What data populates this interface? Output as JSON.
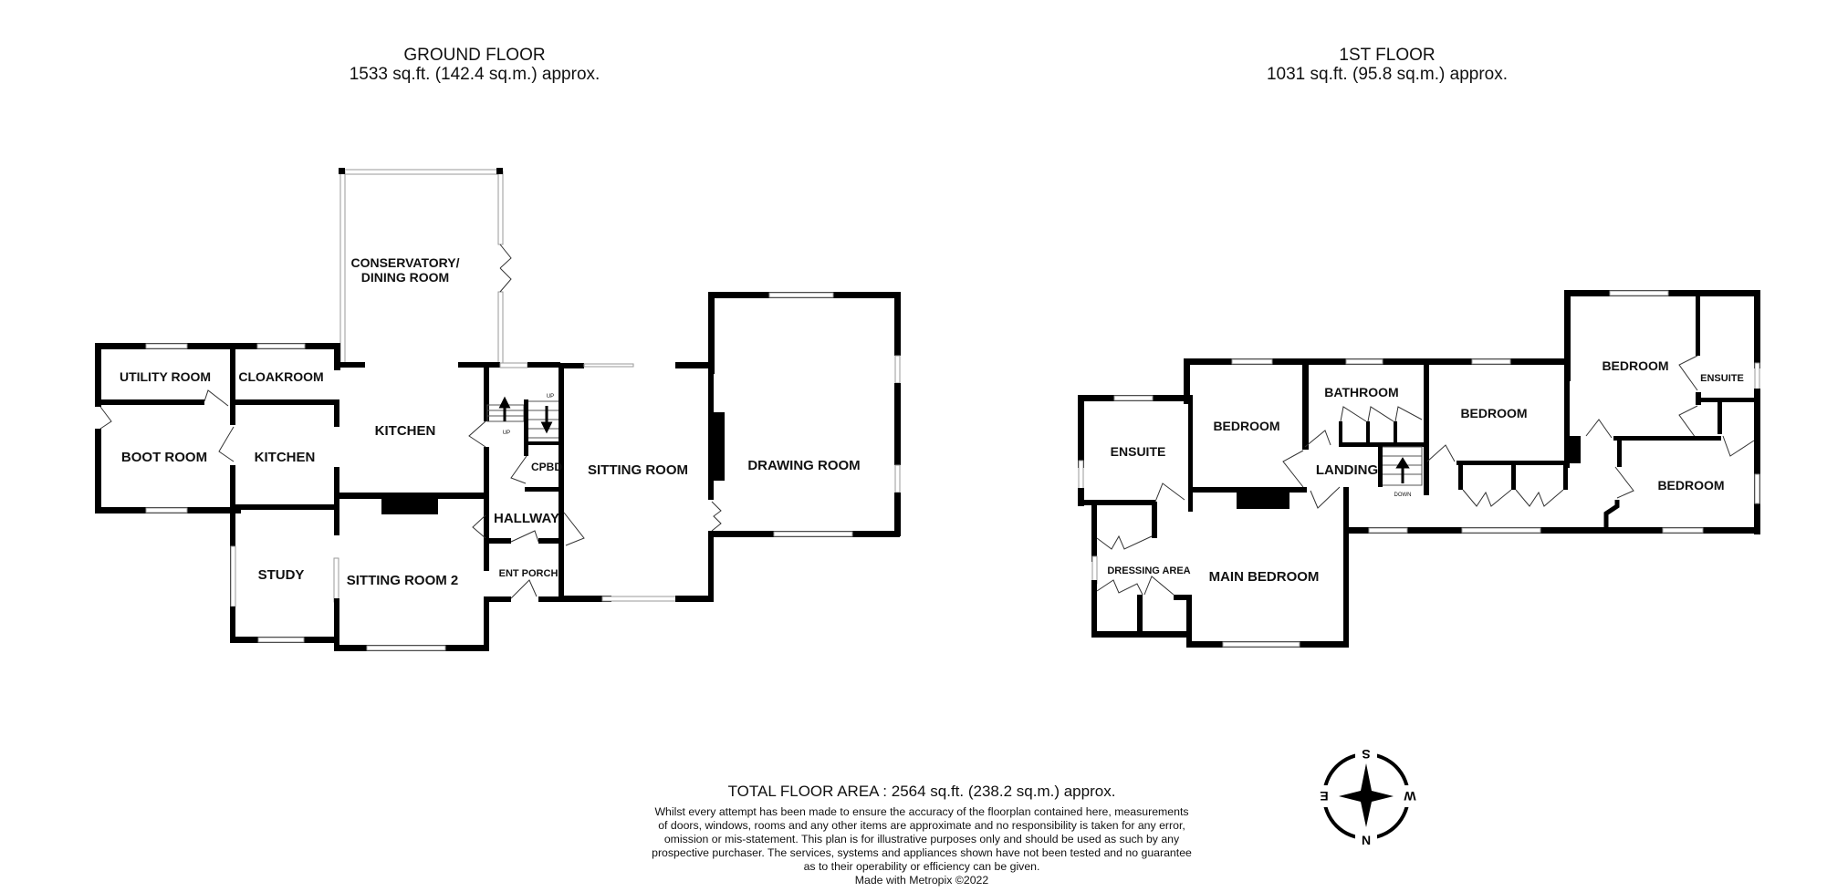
{
  "ground_floor": {
    "title": "GROUND FLOOR",
    "area": "1533 sq.ft. (142.4 sq.m.) approx.",
    "rooms": [
      {
        "label": "CONSERVATORY/"
      },
      {
        "label": "DINING ROOM"
      },
      {
        "label": "UTILITY ROOM"
      },
      {
        "label": "CLOAKROOM"
      },
      {
        "label": "KITCHEN"
      },
      {
        "label": "BOOT ROOM"
      },
      {
        "label": "KITCHEN"
      },
      {
        "label": "CPBD"
      },
      {
        "label": "SITTING ROOM"
      },
      {
        "label": "DRAWING ROOM"
      },
      {
        "label": "HALLWAY"
      },
      {
        "label": "STUDY"
      },
      {
        "label": "SITTING ROOM 2"
      },
      {
        "label": "ENT PORCH"
      }
    ],
    "stair_labels": [
      "UP",
      "UP"
    ]
  },
  "first_floor": {
    "title": "1ST FLOOR",
    "area": "1031 sq.ft. (95.8 sq.m.) approx.",
    "rooms": [
      {
        "label": "ENSUITE"
      },
      {
        "label": "BEDROOM"
      },
      {
        "label": "BATHROOM"
      },
      {
        "label": "LANDING"
      },
      {
        "label": "BEDROOM"
      },
      {
        "label": "BEDROOM"
      },
      {
        "label": "ENSUITE"
      },
      {
        "label": "BEDROOM"
      },
      {
        "label": "DRESSING AREA"
      },
      {
        "label": "MAIN BEDROOM"
      }
    ],
    "stair_labels": [
      "DOWN"
    ]
  },
  "footer": {
    "total": "TOTAL FLOOR AREA : 2564 sq.ft. (238.2 sq.m.) approx.",
    "disclaimer_lines": [
      "Whilst every attempt has been made to ensure the accuracy of the floorplan contained here, measurements",
      "of doors, windows, rooms and any other items are approximate and no responsibility is taken for any error,",
      "omission or mis-statement. This plan is for illustrative purposes only and should be used as such by any",
      "prospective purchaser. The services, systems and appliances shown have not been tested and no guarantee",
      "as to their operability or efficiency can be given.",
      "Made with Metropix ©2022"
    ]
  },
  "compass": {
    "top": "S",
    "bottom": "N",
    "left": "E",
    "right": "W"
  },
  "colors": {
    "wall": "#000000",
    "window": "#9a9a9a",
    "background": "#ffffff"
  }
}
